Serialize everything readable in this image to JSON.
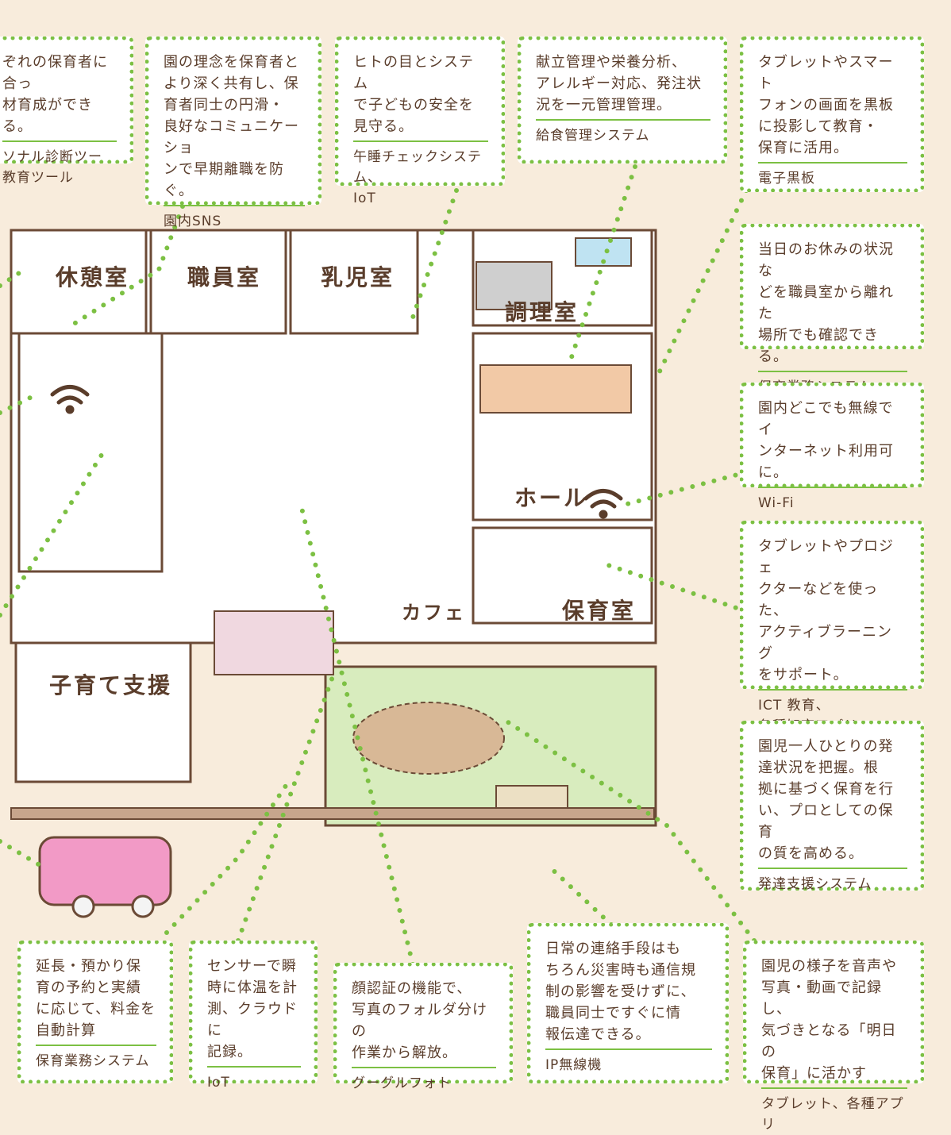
{
  "features": [
    {
      "id": "b1",
      "desc": "ぞれの保育者に合っ\n材育成ができる。",
      "tag": "ソナル診断ツー\n教育ツール"
    },
    {
      "id": "b2",
      "desc": "園の理念を保育者と\nより深く共有し、保\n育者同士の円滑・\n良好なコミュニケーショ\nンで早期離職を防ぐ。",
      "tag": "園内SNS"
    },
    {
      "id": "b3",
      "desc": "ヒトの目とシステム\nで子どもの安全を\n見守る。",
      "tag": "午睡チェックシステム、\nIoT"
    },
    {
      "id": "b4",
      "desc": "献立管理や栄養分析、\nアレルギー対応、発注状\n況を一元管理管理。",
      "tag": "給食管理システム"
    },
    {
      "id": "b5",
      "desc": "タブレットやスマート\nフォンの画面を黒板\nに投影して教育・\n保育に活用。",
      "tag": "電子黒板"
    },
    {
      "id": "b6",
      "desc": "当日のお休みの状況な\nどを職員室から離れた\n場所でも確認できる。",
      "tag": "保育業務システム"
    },
    {
      "id": "b7",
      "desc": "園内どこでも無線でイ\nンターネット利用可に。",
      "tag": "Wi-Fi"
    },
    {
      "id": "b8",
      "desc": "タブレットやプロジェ\nクターなどを使った、\nアクティブラーニング\nをサポート。",
      "tag": "ICT 教育、\n各種知育アプリ"
    },
    {
      "id": "b9",
      "desc": "園児一人ひとりの発\n達状況を把握。根\n拠に基づく保育を行\nい、プロとしての保育\nの質を高める。",
      "tag": "発達支援システム"
    },
    {
      "id": "b10",
      "desc": "延長・預かり保\n育の予約と実績\nに応じて、料金を\n自動計算",
      "tag": "保育業務システム"
    },
    {
      "id": "b11",
      "desc": "センサーで瞬\n時に体温を計\n測、クラウドに\n記録。",
      "tag": "IoT"
    },
    {
      "id": "b12",
      "desc": "顔認証の機能で、\n写真のフォルダ分けの\n作業から解放。",
      "tag": "グーグルフォト"
    },
    {
      "id": "b13",
      "desc": "日常の連絡手段はも\nちろん災害時も通信規\n制の影響を受けずに、\n職員同士ですぐに情\n報伝達できる。",
      "tag": "IP無線機"
    },
    {
      "id": "b14",
      "desc": "園児の様子を音声や\n写真・動画で記録し、\n気づきとなる「明日の\n保育」に活かす",
      "tag": "タブレット、各種アプリ"
    }
  ],
  "rooms": {
    "kyukeishitsu": "休憩室",
    "shokuinshitsu": "職員室",
    "nyujishitsu": "乳児室",
    "chorishitsu": "調理室",
    "hall": "ホール",
    "cafe": "カフェ",
    "hoikushitsu": "保育室",
    "kosodate": "子育て支援"
  },
  "colors": {
    "border": "#7cc043",
    "background": "#f8ecdc",
    "text": "#5a3d2b"
  }
}
